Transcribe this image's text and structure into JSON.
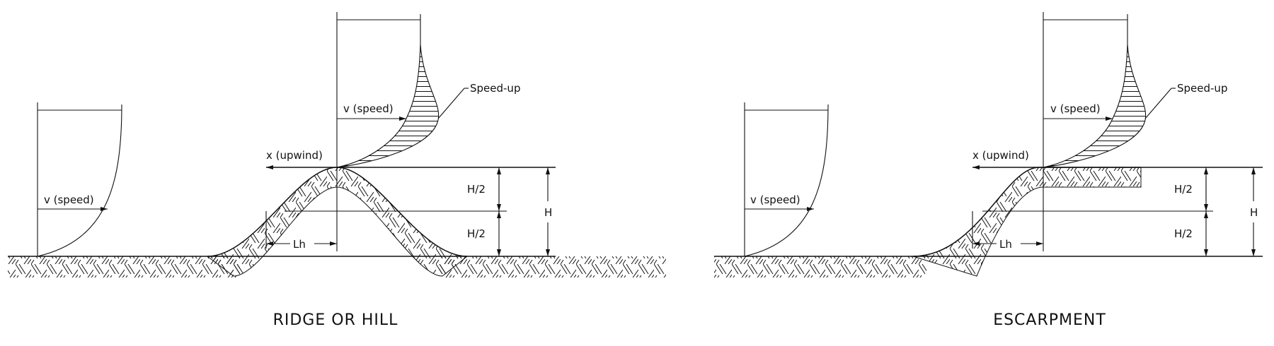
{
  "panels": [
    {
      "title": "RIDGE OR HILL",
      "upwind_profile_label": "v (speed)",
      "crest_profile_label": "v (speed)",
      "speedup_label": "Speed-up",
      "x_axis_label": "x (upwind)",
      "half_height_upper": "H/2",
      "half_height_lower": "H/2",
      "height_label": "H",
      "length_label": "Lh"
    },
    {
      "title": "ESCARPMENT",
      "upwind_profile_label": "v (speed)",
      "crest_profile_label": "v (speed)",
      "speedup_label": "Speed-up",
      "x_axis_label": "x (upwind)",
      "half_height_upper": "H/2",
      "half_height_lower": "H/2",
      "height_label": "H",
      "length_label": "Lh"
    }
  ],
  "colors": {
    "ink": "#111111",
    "background": "#ffffff"
  }
}
